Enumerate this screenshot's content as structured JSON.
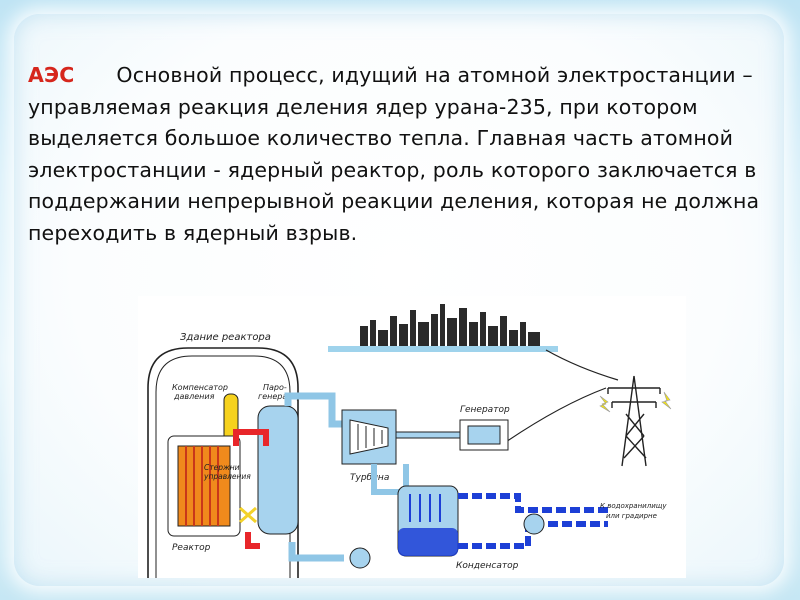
{
  "slide": {
    "abbreviation": "АЭС",
    "body": "Основной процесс, идущий на атомной электростанции – управляемая реакция деления ядер урана-235, при котором выделяется большое количество тепла. Главная часть атомной электростанции - ядерный реактор, роль которого заключается в поддержании непрерывной реакции деления, которая не должна переходить в ядерный взрыв."
  },
  "diagram": {
    "labels": {
      "reactor_building": "Здание реактора",
      "pressure_compensator_1": "Компенсатор",
      "pressure_compensator_2": "давления",
      "steam_generator_1": "Паро-",
      "steam_generator_2": "генератор",
      "control_rods_1": "Стержни",
      "control_rods_2": "управления",
      "reactor": "Реактор",
      "turbine": "Турбина",
      "generator": "Генератор",
      "condenser": "Конденсатор",
      "to_reservoir_1": "К водохранилищу",
      "to_reservoir_2": "или градирне"
    },
    "colors": {
      "hot_loop": "#e8262a",
      "steam_loop": "#8fc6e6",
      "cooling_loop": "#1d3fd6",
      "pressure_compensator": "#f6d21e",
      "reactor_core": "#f08a1c"
    }
  }
}
